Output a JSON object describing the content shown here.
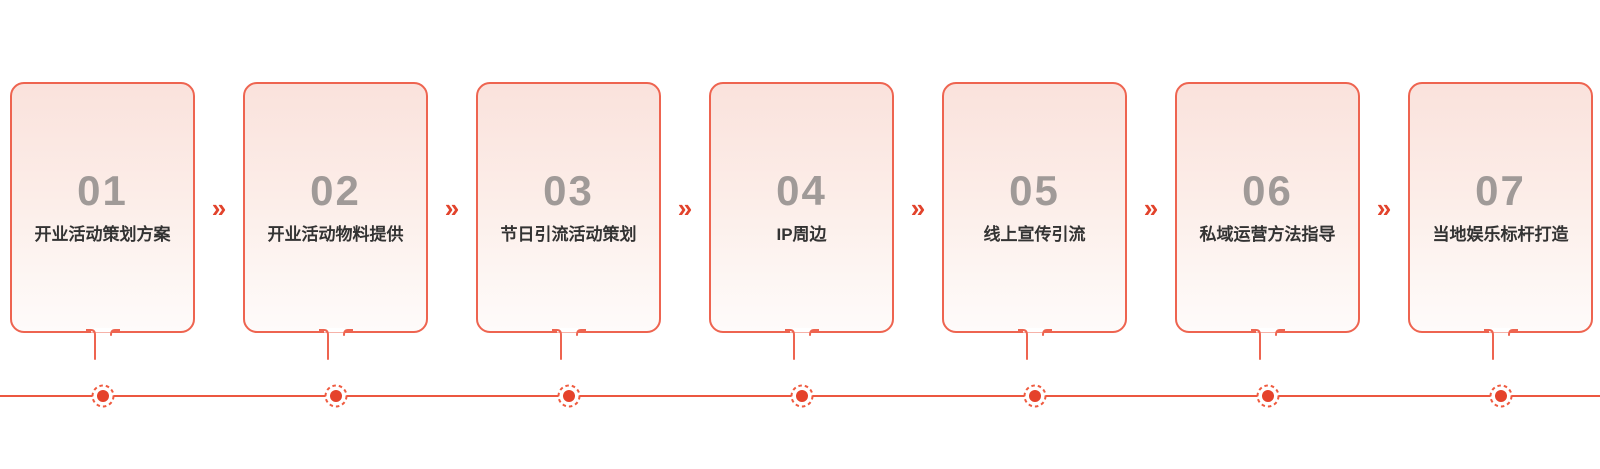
{
  "diagram": {
    "type": "process-flow",
    "step_count": 7,
    "steps": [
      {
        "number": "01",
        "label": "开业活动策划方案"
      },
      {
        "number": "02",
        "label": "开业活动物料提供"
      },
      {
        "number": "03",
        "label": "节日引流活动策划"
      },
      {
        "number": "04",
        "label": "IP周边"
      },
      {
        "number": "05",
        "label": "线上宣传引流"
      },
      {
        "number": "06",
        "label": "私域运营方法指导"
      },
      {
        "number": "07",
        "label": "当地娱乐标杆打造"
      }
    ],
    "arrow": {
      "glyph": "»"
    },
    "colors": {
      "card_border": "#ee6450",
      "card_gradient_top": "#fae2dc",
      "card_gradient_bottom": "#fefbfa",
      "number_gray": "#a09a98",
      "label_dark": "#333333",
      "arrow_red": "#e2432c",
      "timeline_red": "#ec5740",
      "dot_fill": "#e5422b",
      "dot_ring": "#ef5b40"
    }
  }
}
